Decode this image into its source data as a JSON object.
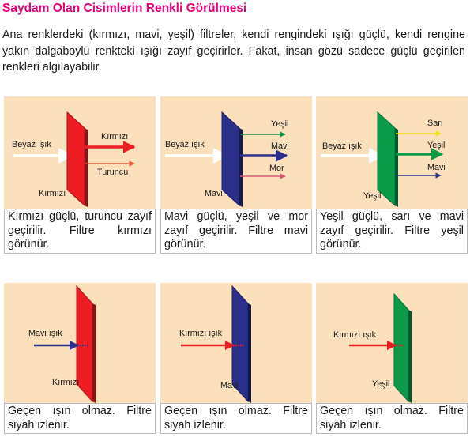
{
  "title": "Saydam Olan Cisimlerin Renkli Görülmesi",
  "intro": "Ana renklerdeki (kırmızı, mavi, yeşil) filtreler, kendi rengindeki ışığı güçlü, kendi rengine yakın dalgaboylu renkteki ışığı zayıf geçirirler. Fakat, insan gözü sadece güçlü geçirilen renkleri algılayabilir.",
  "colors": {
    "title": "#e4007c",
    "panel_bg": "#fce0bc",
    "red": "#ee1d24",
    "blue": "#2b2f8c",
    "green": "#0a9a48",
    "yellow": "#f2e11a",
    "orange": "#f0583a",
    "pink": "#d05a74"
  },
  "panels": [
    {
      "input": "Beyaz ışık",
      "filter": "Kırmızı",
      "outputs": [
        "Kırmızı",
        "Turuncu"
      ],
      "caption": "Kırmızı güçlü, turuncu zayıf geçirilir. Filtre kırmızı görünür."
    },
    {
      "input": "Beyaz ışık",
      "filter": "Mavi",
      "outputs": [
        "Yeşil",
        "Mavi",
        "Mor"
      ],
      "caption": "Mavi güçlü, yeşil ve mor zayıf geçirilir. Filtre mavi görünür."
    },
    {
      "input": "Beyaz ışık",
      "filter": "Yeşil",
      "outputs": [
        "Sarı",
        "Yeşil",
        "Mavi"
      ],
      "caption": "Yeşil güçlü, sarı ve mavi zayıf geçirilir. Filtre yeşil görünür."
    },
    {
      "input": "Mavi ışık",
      "filter": "Kırmızı",
      "outputs": [],
      "caption": "Geçen ışın olmaz. Filtre siyah izlenir."
    },
    {
      "input": "Kırmızı ışık",
      "filter": "Mavi",
      "outputs": [],
      "caption": "Geçen ışın olmaz. Filtre siyah izlenir."
    },
    {
      "input": "Kırmızı ışık",
      "filter": "Yeşil",
      "outputs": [],
      "caption": "Geçen ışın olmaz. Filtre siyah izlenir."
    }
  ]
}
